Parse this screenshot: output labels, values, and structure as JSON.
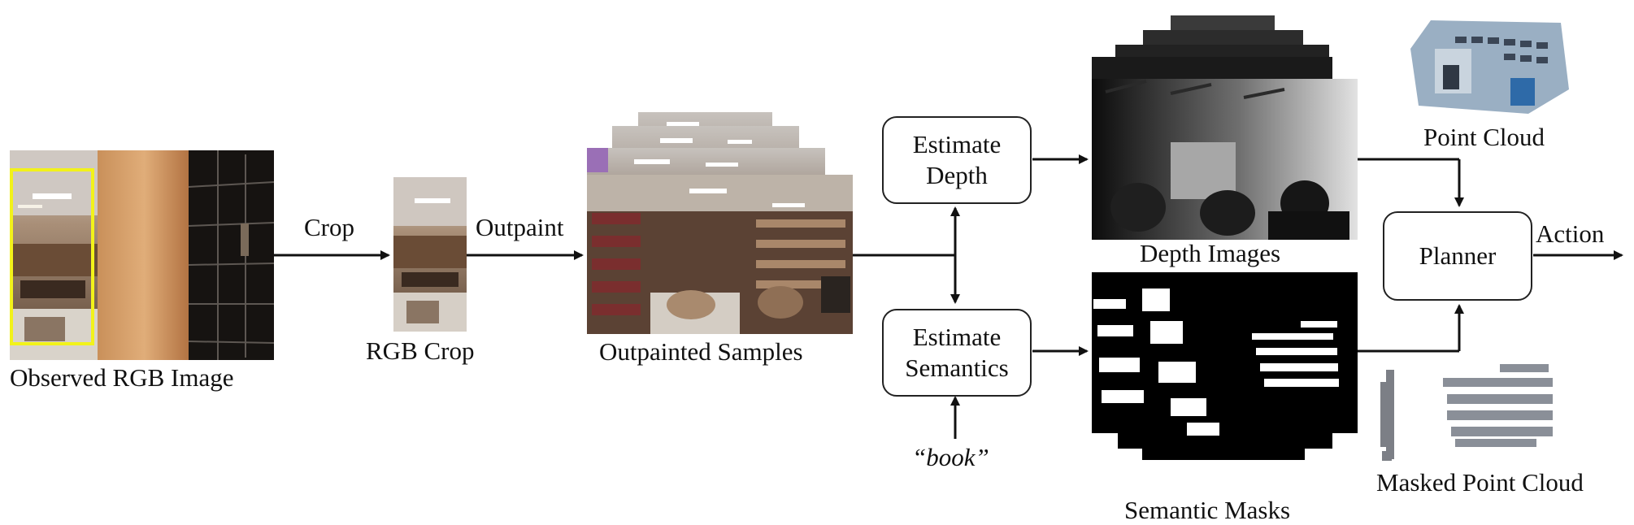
{
  "labels": {
    "observed": "Observed RGB Image",
    "crop_step": "Crop",
    "rgb_crop": "RGB Crop",
    "outpaint_step": "Outpaint",
    "outpainted": "Outpainted Samples",
    "depth_images": "Depth Images",
    "semantic_masks": "Semantic Masks",
    "point_cloud": "Point Cloud",
    "masked_point_cloud": "Masked Point Cloud",
    "action": "Action",
    "query": "“book”"
  },
  "boxes": {
    "depth": [
      "Estimate",
      "Depth"
    ],
    "semantics": [
      "Estimate",
      "Semantics"
    ],
    "planner": "Planner"
  }
}
